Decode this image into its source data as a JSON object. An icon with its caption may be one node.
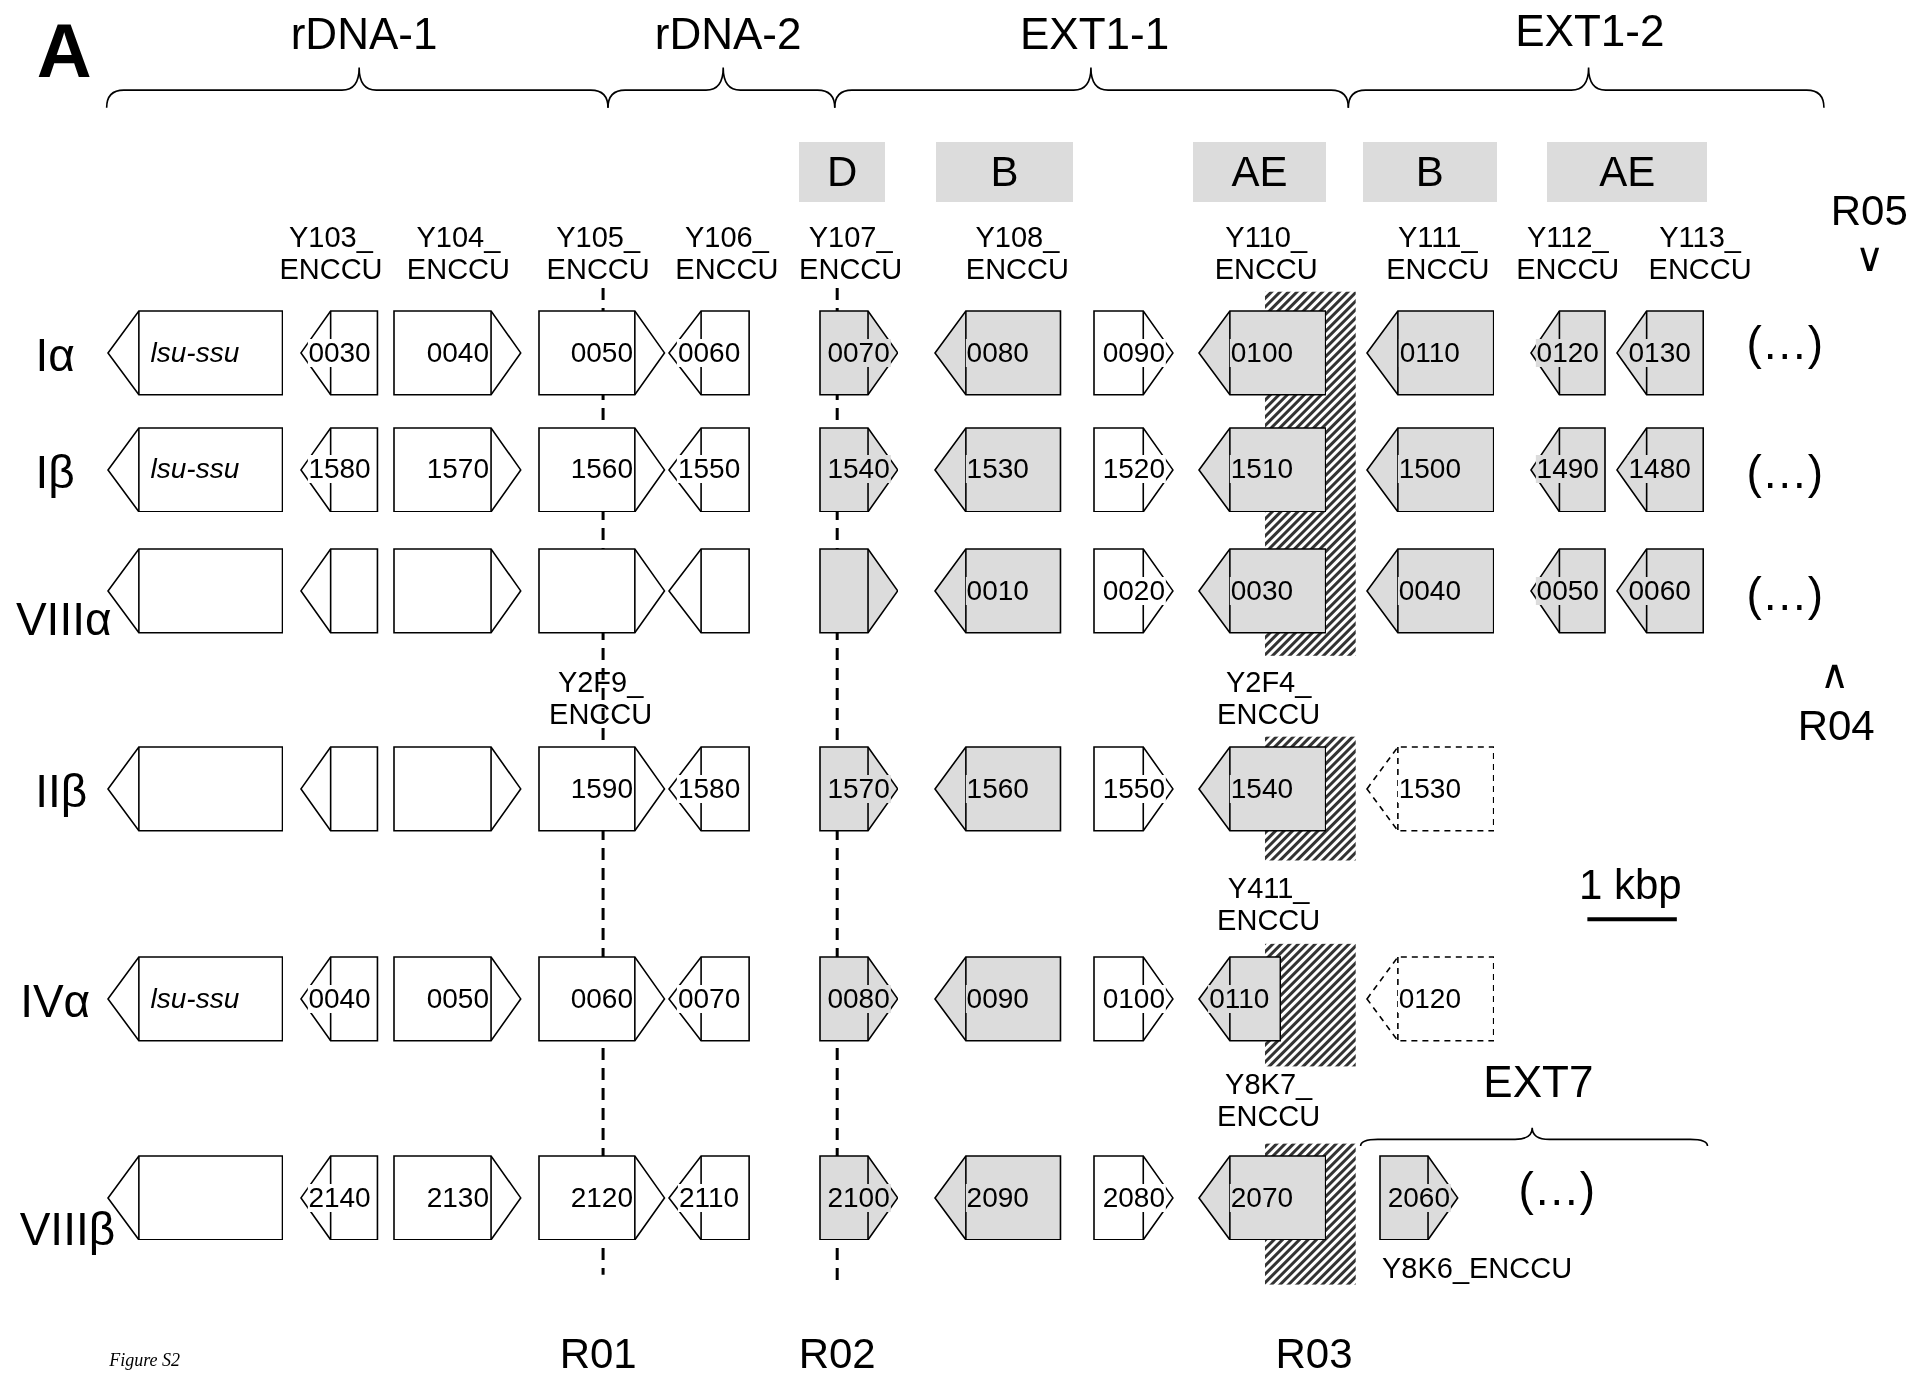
{
  "diagram": {
    "nodes": [
      {
        "text": [
          "D"
        ]
      },
      {
        "text": [
          "B"
        ]
      },
      {
        "text": [
          "AE"
        ]
      },
      {
        "text": [
          "B"
        ]
      },
      {
        "text": [
          "AE"
        ]
      },
      {
        "text": [
          "lsu-ssu"
        ]
      },
      {
        "text": [
          "0030"
        ]
      },
      {
        "text": [
          "0040"
        ]
      },
      {
        "text": [
          "0050"
        ]
      },
      {
        "text": [
          "0060"
        ]
      },
      {
        "text": [
          "0070"
        ]
      },
      {
        "text": [
          "0080"
        ]
      },
      {
        "text": [
          "0090"
        ]
      },
      {
        "text": [
          "0100"
        ]
      },
      {
        "text": [
          "0110"
        ]
      },
      {
        "text": [
          "0120"
        ]
      },
      {
        "text": [
          "0130"
        ]
      },
      {
        "text": [
          "lsu-ssu"
        ]
      },
      {
        "text": [
          "1580"
        ]
      },
      {
        "text": [
          "1570"
        ]
      },
      {
        "text": [
          "1560"
        ]
      },
      {
        "text": [
          "1550"
        ]
      },
      {
        "text": [
          "1540"
        ]
      },
      {
        "text": [
          "1530"
        ]
      },
      {
        "text": [
          "1520"
        ]
      },
      {
        "text": [
          "1510"
        ]
      },
      {
        "text": [
          "1500"
        ]
      },
      {
        "text": [
          "1490"
        ]
      },
      {
        "text": [
          "1480"
        ]
      },
      {
        "text": [],
        "shape": "arrow"
      },
      {
        "text": [],
        "shape": "arrow"
      },
      {
        "text": [],
        "shape": "arrow"
      },
      {
        "text": [],
        "shape": "arrow"
      },
      {
        "text": [],
        "shape": "arrow"
      },
      {
        "text": [],
        "shape": "arrow"
      },
      {
        "text": [
          "0010"
        ]
      },
      {
        "text": [
          "0020"
        ]
      },
      {
        "text": [
          "0030"
        ]
      },
      {
        "text": [
          "0040"
        ]
      },
      {
        "text": [
          "0050"
        ]
      },
      {
        "text": [
          "0060"
        ]
      },
      {
        "text": [],
        "shape": "arrow"
      },
      {
        "text": [],
        "shape": "arrow"
      },
      {
        "text": [],
        "shape": "arrow"
      },
      {
        "text": [
          "1590"
        ]
      },
      {
        "text": [
          "1580"
        ]
      },
      {
        "text": [
          "1570"
        ]
      },
      {
        "text": [
          "1560"
        ]
      },
      {
        "text": [
          "1550"
        ]
      },
      {
        "text": [
          "1540"
        ]
      },
      {
        "text": [
          "1530"
        ]
      },
      {
        "text": [
          "lsu-ssu"
        ]
      },
      {
        "text": [
          "0040"
        ]
      },
      {
        "text": [
          "0050"
        ]
      },
      {
        "text": [
          "0060"
        ]
      },
      {
        "text": [
          "0070"
        ]
      },
      {
        "text": [
          "0080"
        ]
      },
      {
        "text": [
          "0090"
        ]
      },
      {
        "text": [
          "0100"
        ]
      },
      {
        "text": [
          "0110"
        ]
      },
      {
        "text": [
          "0120"
        ]
      },
      {
        "text": [],
        "shape": "arrow"
      },
      {
        "text": [
          "2140"
        ]
      },
      {
        "text": [
          "2130"
        ]
      },
      {
        "text": [
          "2120"
        ]
      },
      {
        "text": [
          "2110"
        ]
      },
      {
        "text": [
          "2100"
        ]
      },
      {
        "text": [
          "2090"
        ]
      },
      {
        "text": [
          "2080"
        ]
      },
      {
        "text": [
          "2070"
        ]
      },
      {
        "text": [
          "2060"
        ]
      },
      {
        "text": [],
        "shape": "box"
      },
      {
        "text": [],
        "shape": "box"
      },
      {
        "text": [],
        "shape": "box"
      },
      {
        "text": [],
        "shape": "box"
      }
    ],
    "labels": [
      "A",
      "rDNA-1",
      "rDNA-2",
      "EXT1-1",
      "EXT1-2",
      "R05",
      "∨",
      "Y103_ ENCCU",
      "Y104_ ENCCU",
      "Y105_ ENCCU",
      "Y106_ ENCCU",
      "Y107_ ENCCU",
      "Y108_ ENCCU",
      "Y110_ ENCCU",
      "Y111_ ENCCU",
      "Y112_ ENCCU",
      "Y113_ ENCCU",
      "Iα",
      "(…)",
      "Iβ",
      "(…)",
      "VIIIα",
      "(…)",
      "Y2F9_ ENCCU",
      "Y2F4_ ENCCU",
      "∧",
      "R04",
      "IIβ",
      "Y411_ ENCCU",
      "1 kbp",
      "IVα",
      "Y8K7_ ENCCU",
      "EXT7",
      "VIIIβ",
      "(…)",
      "Y8K6_ENCCU",
      "Figure S2",
      "R01",
      "R02",
      "R03"
    ]
  }
}
